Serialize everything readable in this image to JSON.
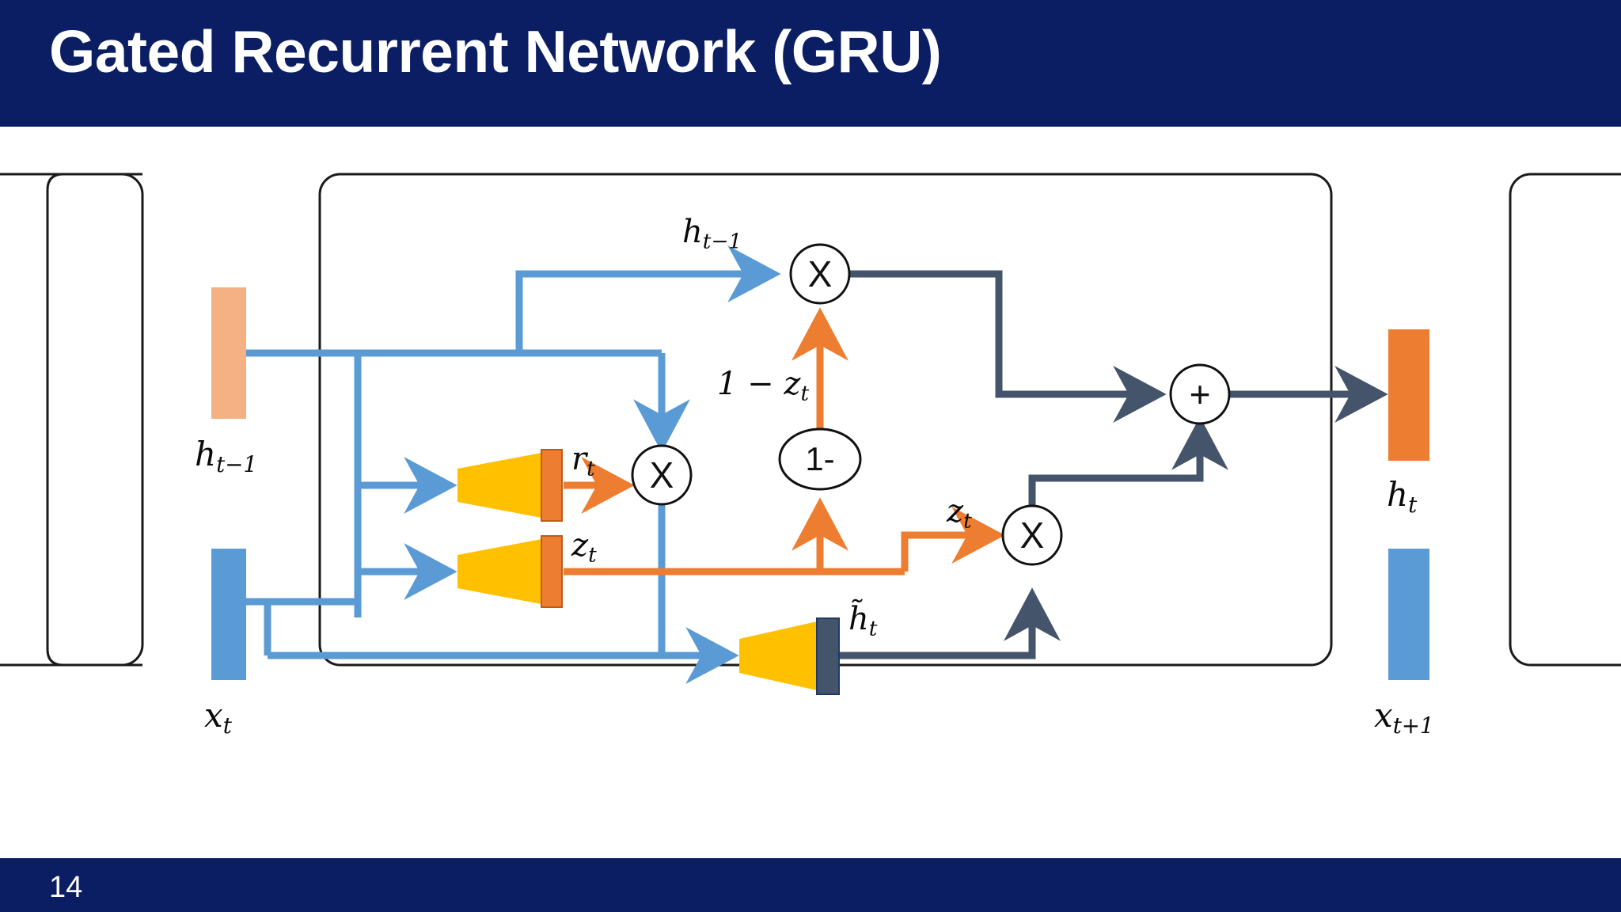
{
  "header": {
    "title": "Gated Recurrent Network (GRU)",
    "bg_color": "#0b1e64",
    "text_color": "#ffffff"
  },
  "footer": {
    "page_number": "14",
    "bg_color": "#0b1e64"
  },
  "palette": {
    "blue_line": "#5b9bd5",
    "orange_line": "#ed7d31",
    "dark_line": "#44546a",
    "gate_yellow": "#ffc000",
    "gate_orange_bar": "#ed7d31",
    "gate_dark_bar": "#44546a",
    "h_prev_bar": "#f4b183",
    "h_t_bar": "#ed7d31",
    "x_bar": "#5b9bd5",
    "cell_border": "#1a1a1a",
    "node_stroke": "#111111",
    "node_fill": "#ffffff"
  },
  "diagram": {
    "type": "gru-cell",
    "cells": [
      {
        "name": "previous-cell",
        "label": ""
      },
      {
        "name": "current-cell",
        "label": ""
      },
      {
        "name": "next-cell",
        "label": ""
      }
    ],
    "inputs": [
      {
        "name": "h-prev-vector",
        "label": "h",
        "sub": "t−1",
        "color": "#f4b183"
      },
      {
        "name": "x-t-vector",
        "label": "x",
        "sub": "t",
        "color": "#5b9bd5"
      }
    ],
    "outputs": [
      {
        "name": "h-t-vector",
        "label": "h",
        "sub": "t",
        "color": "#ed7d31"
      },
      {
        "name": "x-next-vector",
        "label": "x",
        "sub": "t+1",
        "color": "#5b9bd5"
      }
    ],
    "gates": [
      {
        "name": "reset-gate",
        "output_label": "r",
        "output_sub": "t",
        "bar_color": "#ed7d31"
      },
      {
        "name": "update-gate",
        "output_label": "z",
        "output_sub": "t",
        "bar_color": "#ed7d31"
      },
      {
        "name": "candidate-gate",
        "output_label": "h̃",
        "output_sub": "t",
        "bar_color": "#44546a"
      }
    ],
    "operators": [
      {
        "name": "multiply-hprev-node",
        "symbol": "X",
        "shape": "circle"
      },
      {
        "name": "multiply-reset-node",
        "symbol": "X",
        "shape": "circle"
      },
      {
        "name": "multiply-update-node",
        "symbol": "X",
        "shape": "circle"
      },
      {
        "name": "one-minus-node",
        "symbol": "1-",
        "shape": "ellipse"
      },
      {
        "name": "add-node",
        "symbol": "+",
        "shape": "circle"
      }
    ],
    "edge_labels": [
      {
        "name": "h-prev-top-label",
        "label": "h",
        "sub": "t−1"
      },
      {
        "name": "one-minus-z-label",
        "label": "1 − z",
        "sub": "t"
      },
      {
        "name": "reset-label",
        "label": "r",
        "sub": "t"
      },
      {
        "name": "update-label",
        "label": "z",
        "sub": "t"
      },
      {
        "name": "update-right-label",
        "label": "z",
        "sub": "t"
      },
      {
        "name": "candidate-label",
        "label": "h̃",
        "sub": "t"
      }
    ]
  }
}
